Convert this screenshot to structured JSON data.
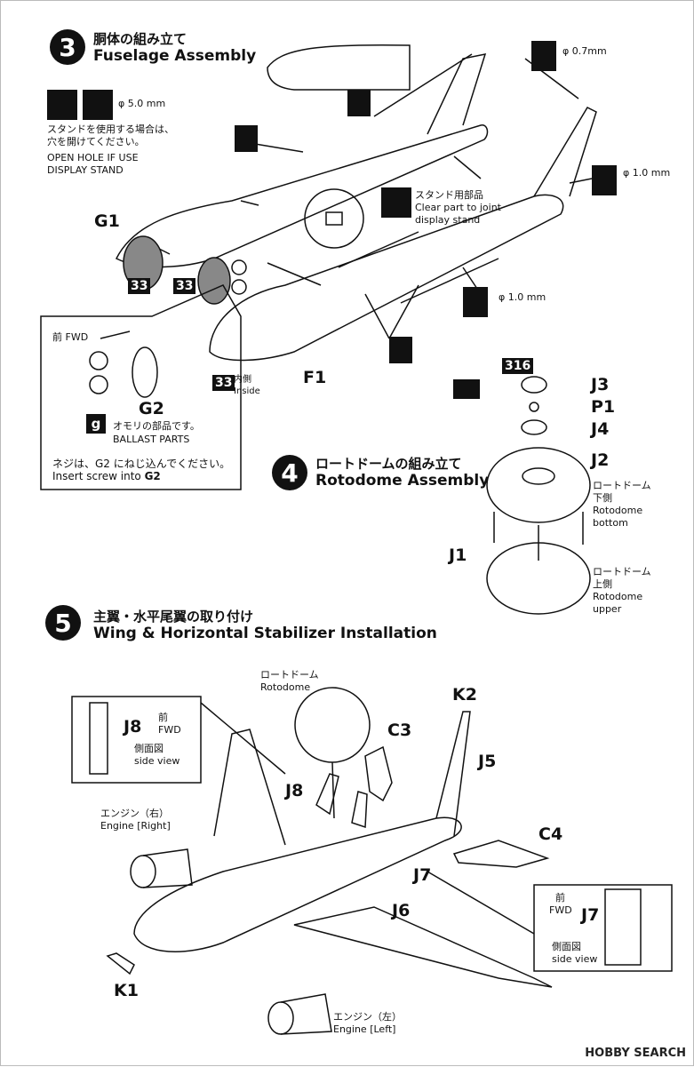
{
  "step3": {
    "num": "3",
    "title_jp": "胴体の組み立て",
    "title_en": "Fuselage Assembly",
    "hole_size": "φ 5.0 mm",
    "note_jp_1": "スタンドを使用する場合は、",
    "note_jp_2": "穴を開けてください。",
    "note_en_1": "OPEN HOLE IF USE",
    "note_en_2": "DISPLAY STAND",
    "hole_07": "φ 0.7mm",
    "hole_10a": "φ 1.0 mm",
    "hole_10b": "φ 1.0 mm",
    "stand_jp": "スタンド用部品",
    "stand_en_1": "Clear part to joint",
    "stand_en_2": "display stand",
    "parts": {
      "g1": "G1",
      "f1": "F1",
      "g2": "G2"
    },
    "color_33": "33",
    "inside_jp": "内側",
    "inside_en": "Inside",
    "fwd": "前 FWD",
    "ballast_jp": "オモリの部品です。",
    "ballast_en": "BALLAST PARTS",
    "ballast_icon": "g",
    "screw_jp": "ネジは、G2 にねじ込んでください。",
    "screw_en_a": "Insert screw into ",
    "screw_en_b": "G2"
  },
  "step4": {
    "num": "4",
    "title_jp": "ロートドームの組み立て",
    "title_en": "Rotodome Assembly",
    "color_316": "316",
    "parts": {
      "j3": "J3",
      "p1": "P1",
      "j4": "J4",
      "j2": "J2",
      "j1": "J1"
    },
    "bottom_jp": "ロートドーム",
    "bottom_jp2": "下側",
    "bottom_en_1": "Rotodome",
    "bottom_en_2": "bottom",
    "upper_jp": "ロートドーム",
    "upper_jp2": "上側",
    "upper_en_1": "Rotodome",
    "upper_en_2": "upper"
  },
  "step5": {
    "num": "5",
    "title_jp": "主翼・水平尾翼の取り付け",
    "title_en": "Wing & Horizontal Stabilizer Installation",
    "rotodome_jp": "ロートドーム",
    "rotodome_en": "Rotodome",
    "parts": {
      "k2": "K2",
      "c3": "C3",
      "j5": "J5",
      "j8": "J8",
      "c4": "C4",
      "j7": "J7",
      "j6": "J6",
      "k1": "K1"
    },
    "engine_right_jp": "エンジン（右）",
    "engine_right_en": "Engine [Right]",
    "engine_left_jp": "エンジン（左）",
    "engine_left_en": "Engine [Left]",
    "inset_j8": {
      "fwd_jp": "前",
      "fwd_en": "FWD",
      "part": "J8",
      "view_jp": "側面図",
      "view_en": "side view"
    },
    "inset_j7": {
      "fwd_jp": "前",
      "fwd_en": "FWD",
      "part": "J7",
      "view_jp": "側面図",
      "view_en": "side view"
    }
  },
  "watermark": "HOBBY SEARCH"
}
